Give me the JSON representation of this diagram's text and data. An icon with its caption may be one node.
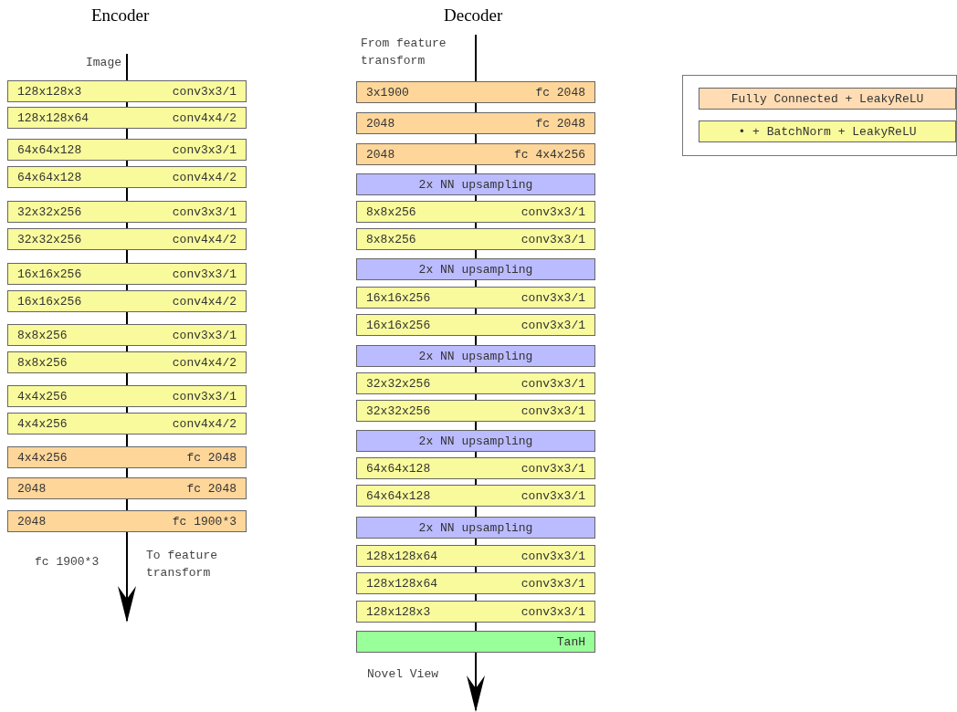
{
  "diagram": {
    "nodes": [
      {
        "text": [
          "Image"
        ]
      },
      {
        "text": [
          "128x128x3",
          "conv3x3/1"
        ]
      },
      {
        "text": [
          "128x128x64",
          "conv4x4/2"
        ]
      },
      {
        "text": [
          "64x64x128",
          "conv3x3/1"
        ]
      },
      {
        "text": [
          "64x64x128",
          "conv4x4/2"
        ]
      },
      {
        "text": [
          "32x32x256",
          "conv3x3/1"
        ]
      },
      {
        "text": [
          "32x32x256",
          "conv4x4/2"
        ]
      },
      {
        "text": [
          "16x16x256",
          "conv3x3/1"
        ]
      },
      {
        "text": [
          "16x16x256",
          "conv4x4/2"
        ]
      },
      {
        "text": [
          "8x8x256",
          "conv3x3/1"
        ]
      },
      {
        "text": [
          "8x8x256",
          "conv4x4/2"
        ]
      },
      {
        "text": [
          "4x4x256",
          "conv3x3/1"
        ]
      },
      {
        "text": [
          "4x4x256",
          "conv4x4/2"
        ]
      },
      {
        "text": [
          "4x4x256",
          "fc 2048"
        ]
      },
      {
        "text": [
          "2048",
          "fc 2048"
        ]
      },
      {
        "text": [
          "2048",
          "fc 1900*3"
        ]
      },
      {
        "text": [
          "From feature transform"
        ]
      },
      {
        "text": [
          "3x1900",
          "fc 2048"
        ]
      },
      {
        "text": [
          "2048",
          "fc 2048"
        ]
      },
      {
        "text": [
          "2048",
          "fc 4x4x256"
        ]
      },
      {
        "text": [
          "2x NN upsampling"
        ]
      },
      {
        "text": [
          "8x8x256",
          "conv3x3/1"
        ]
      },
      {
        "text": [
          "8x8x256",
          "conv3x3/1"
        ]
      },
      {
        "text": [
          "2x NN upsampling"
        ]
      },
      {
        "text": [
          "16x16x256",
          "conv3x3/1"
        ]
      },
      {
        "text": [
          "16x16x256",
          "conv3x3/1"
        ]
      },
      {
        "text": [
          "2x NN upsampling"
        ]
      },
      {
        "text": [
          "32x32x256",
          "conv3x3/1"
        ]
      },
      {
        "text": [
          "32x32x256",
          "conv3x3/1"
        ]
      },
      {
        "text": [
          "2x NN upsampling"
        ]
      },
      {
        "text": [
          "64x64x128",
          "conv3x3/1"
        ]
      },
      {
        "text": [
          "64x64x128",
          "conv3x3/1"
        ]
      },
      {
        "text": [
          "2x NN upsampling"
        ]
      },
      {
        "text": [
          "128x128x64",
          "conv3x3/1"
        ]
      },
      {
        "text": [
          "128x128x64",
          "conv3x3/1"
        ]
      },
      {
        "text": [
          "128x128x3",
          "conv3x3/1"
        ]
      },
      {
        "text": [
          "TanH"
        ]
      }
    ],
    "edges": [
      {
        "from": 0,
        "to": 1,
        "arrow": "none"
      },
      {
        "from": 1,
        "to": 2,
        "arrow": "none"
      },
      {
        "from": 2,
        "to": 3,
        "arrow": "none"
      },
      {
        "from": 3,
        "to": 4,
        "arrow": "none"
      },
      {
        "from": 4,
        "to": 5,
        "arrow": "none"
      },
      {
        "from": 5,
        "to": 6,
        "arrow": "none"
      },
      {
        "from": 6,
        "to": 7,
        "arrow": "none"
      },
      {
        "from": 7,
        "to": 8,
        "arrow": "none"
      },
      {
        "from": 8,
        "to": 9,
        "arrow": "none"
      },
      {
        "from": 9,
        "to": 10,
        "arrow": "none"
      },
      {
        "from": 10,
        "to": 11,
        "arrow": "none"
      },
      {
        "from": 11,
        "to": 12,
        "arrow": "none"
      },
      {
        "from": 12,
        "to": 13,
        "arrow": "none"
      },
      {
        "from": 13,
        "to": 14,
        "arrow": "none"
      },
      {
        "from": 14,
        "to": 15,
        "arrow": "none"
      },
      {
        "from": 15,
        "to": null,
        "arrow": "to"
      },
      {
        "from": 16,
        "to": 17,
        "arrow": "none"
      },
      {
        "from": 17,
        "to": 18,
        "arrow": "none"
      },
      {
        "from": 18,
        "to": 19,
        "arrow": "none"
      },
      {
        "from": 19,
        "to": 20,
        "arrow": "none"
      },
      {
        "from": 20,
        "to": 21,
        "arrow": "none"
      },
      {
        "from": 21,
        "to": 22,
        "arrow": "none"
      },
      {
        "from": 22,
        "to": 23,
        "arrow": "none"
      },
      {
        "from": 23,
        "to": 24,
        "arrow": "none"
      },
      {
        "from": 24,
        "to": 25,
        "arrow": "none"
      },
      {
        "from": 25,
        "to": 26,
        "arrow": "none"
      },
      {
        "from": 26,
        "to": 27,
        "arrow": "none"
      },
      {
        "from": 27,
        "to": 28,
        "arrow": "none"
      },
      {
        "from": 28,
        "to": 29,
        "arrow": "none"
      },
      {
        "from": 29,
        "to": 30,
        "arrow": "none"
      },
      {
        "from": 30,
        "to": 31,
        "arrow": "none"
      },
      {
        "from": 31,
        "to": 32,
        "arrow": "none"
      },
      {
        "from": 32,
        "to": 33,
        "arrow": "none"
      },
      {
        "from": 33,
        "to": 34,
        "arrow": "none"
      },
      {
        "from": 34,
        "to": 35,
        "arrow": "none"
      },
      {
        "from": 35,
        "to": 36,
        "arrow": "none"
      },
      {
        "from": 36,
        "to": null,
        "arrow": "to"
      }
    ],
    "labels": [
      "Encoder",
      "Decoder",
      "fc 1900*3",
      "To feature transform",
      "Novel View"
    ],
    "legend": [
      {
        "text": "Fully Connected + LeakyReLU",
        "color": "#ffdcb4"
      },
      {
        "text": "• + BatchNorm + LeakyReLU",
        "color": "#f8fa9c"
      }
    ]
  }
}
